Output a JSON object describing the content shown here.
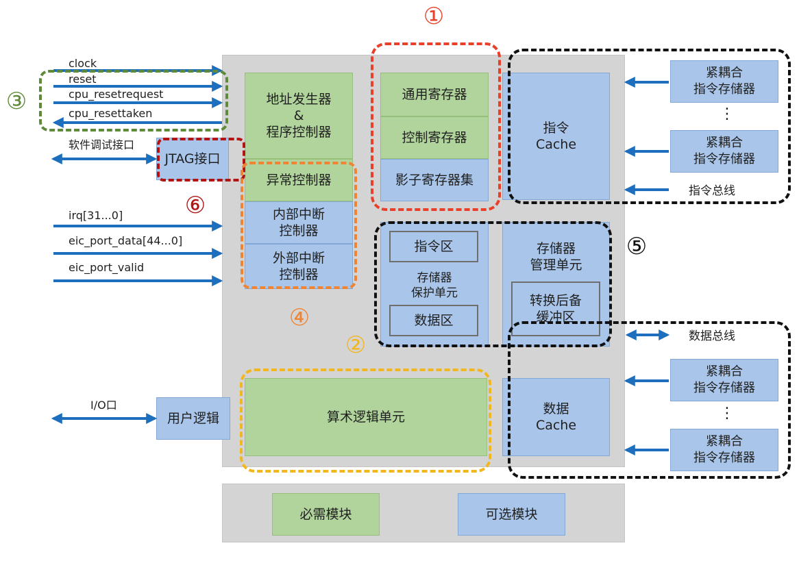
{
  "colors": {
    "arrow": "#1d6fbd",
    "required_green": "#b1d49c",
    "optional_blue": "#a9c6ea",
    "panel_gray": "#d4d4d4",
    "red": "#e8402a",
    "green_dash": "#5e8a3a",
    "dark_red": "#b21414",
    "orange": "#ee8434",
    "yellow": "#f2b61f",
    "black": "#111111"
  },
  "signals": {
    "clock": "clock",
    "reset": "reset",
    "cpu_resetrequest": "cpu_resetrequest",
    "cpu_resettaken": "cpu_resettaken",
    "debug_port": "软件调试接口",
    "irq": "irq[31...0]",
    "eic_port_data": "eic_port_data[44...0]",
    "eic_port_valid": "eic_port_valid",
    "io_port": "I/O口"
  },
  "blocks": {
    "addr_gen": "地址发生器\n&\n程序控制器",
    "exception_ctrl": "异常控制器",
    "internal_int": "内部中断\n控制器",
    "external_int": "外部中断\n控制器",
    "jtag": "JTAG接口",
    "gp_regs": "通用寄存器",
    "ctrl_regs": "控制寄存器",
    "shadow_regs": "影子寄存器集",
    "icache": "指令\nCache",
    "mpu": "存储器\n保护单元",
    "instr_region": "指令区",
    "data_region": "数据区",
    "mmu": "存储器\n管理单元",
    "tlb": "转换后备\n缓冲区",
    "alu": "算术逻辑单元",
    "user_logic": "用户逻辑",
    "dcache": "数据\nCache"
  },
  "right_side": {
    "tcm": "紧耦合\n指令存储器",
    "ellipsis": "⋮",
    "instr_bus": "指令总线",
    "data_bus": "数据总线"
  },
  "legend": {
    "required": "必需模块",
    "optional": "可选模块"
  },
  "markers": {
    "m1": "①",
    "m2": "②",
    "m3": "③",
    "m4": "④",
    "m5": "⑤",
    "m6": "⑥"
  }
}
